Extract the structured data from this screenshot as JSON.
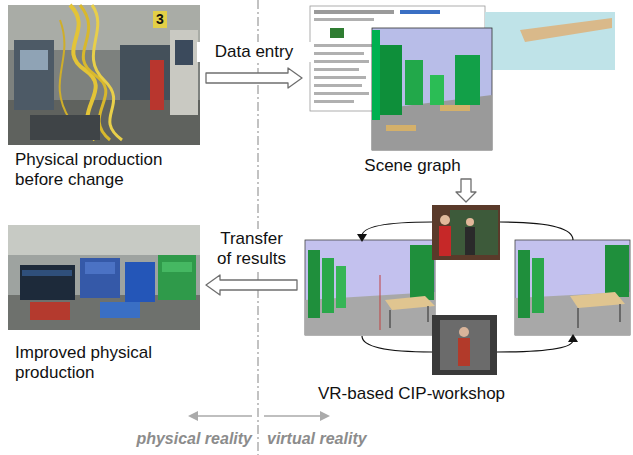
{
  "diagram": {
    "nodes": [
      {
        "text": [
          "Physical production before change"
        ]
      },
      {
        "text": [
          "Scene graph"
        ]
      },
      {
        "text": [
          "VR-based CIP-workshop"
        ]
      },
      {
        "text": [
          "Improved physical production"
        ]
      }
    ],
    "edges": [
      {
        "from": 0,
        "to": 1,
        "arrow": "to",
        "label": "Data entry"
      },
      {
        "from": 1,
        "to": 2,
        "arrow": "to"
      },
      {
        "from": 2,
        "to": 3,
        "arrow": "to",
        "label": "Transfer of results"
      }
    ],
    "labels": [
      "3",
      "physical reality",
      "virtual reality"
    ]
  }
}
